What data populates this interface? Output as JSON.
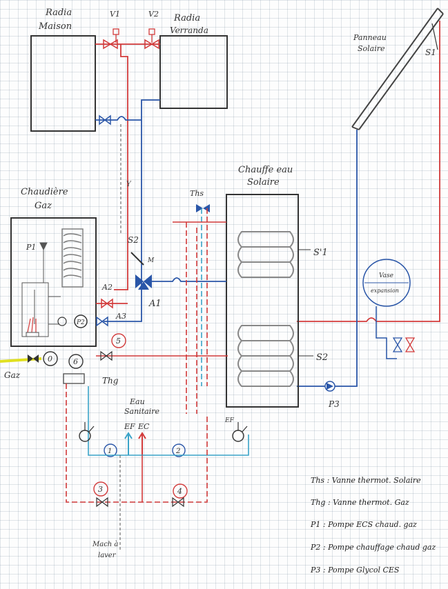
{
  "labels": {
    "radia_maison_1": "Radia",
    "radia_maison_2": "Maison",
    "radia_veranda_1": "Radia",
    "radia_veranda_2": "Verranda",
    "v1": "V1",
    "v2": "V2",
    "panneau_1": "Panneau",
    "panneau_2": "Solaire",
    "s1_panel": "S1",
    "chaudiere_1": "Chaudière",
    "chaudiere_2": "Gaz",
    "chauffe_1": "Chauffe eau",
    "chauffe_2": "Solaire",
    "ths": "Ths",
    "s2_valve": "S2",
    "m": "M",
    "a1": "A1",
    "a2": "A2",
    "a3": "A3",
    "p1": "P1",
    "p2": "P2",
    "p3": "P3",
    "s1_tank": "S'1",
    "s2_tank": "S2",
    "vase_1": "Vase",
    "vase_2": "expansion",
    "gaz": "Gaz",
    "thg": "Thg",
    "eau_1": "Eau",
    "eau_2": "Sanitaire",
    "ef": "EF",
    "ec": "EC",
    "ef_small": "EF",
    "y": "Y",
    "mach_1": "Mach à",
    "mach_2": "laver",
    "n0": "0",
    "n1": "1",
    "n2": "2",
    "n3": "3",
    "n4": "4",
    "n5": "5",
    "n6": "6"
  },
  "legend": [
    "Ths : Vanne thermot. Solaire",
    "Thg : Vanne thermot. Gaz",
    "P1 : Pompe ECS chaud. gaz",
    "P2 : Pompe chauffage chaud gaz",
    "P3 : Pompe Glycol CES"
  ],
  "colors": {
    "hot": "#d23a3a",
    "cold": "#2a56a8",
    "water": "#3aa3c8",
    "gas": "#e0e020",
    "line": "#333333"
  }
}
